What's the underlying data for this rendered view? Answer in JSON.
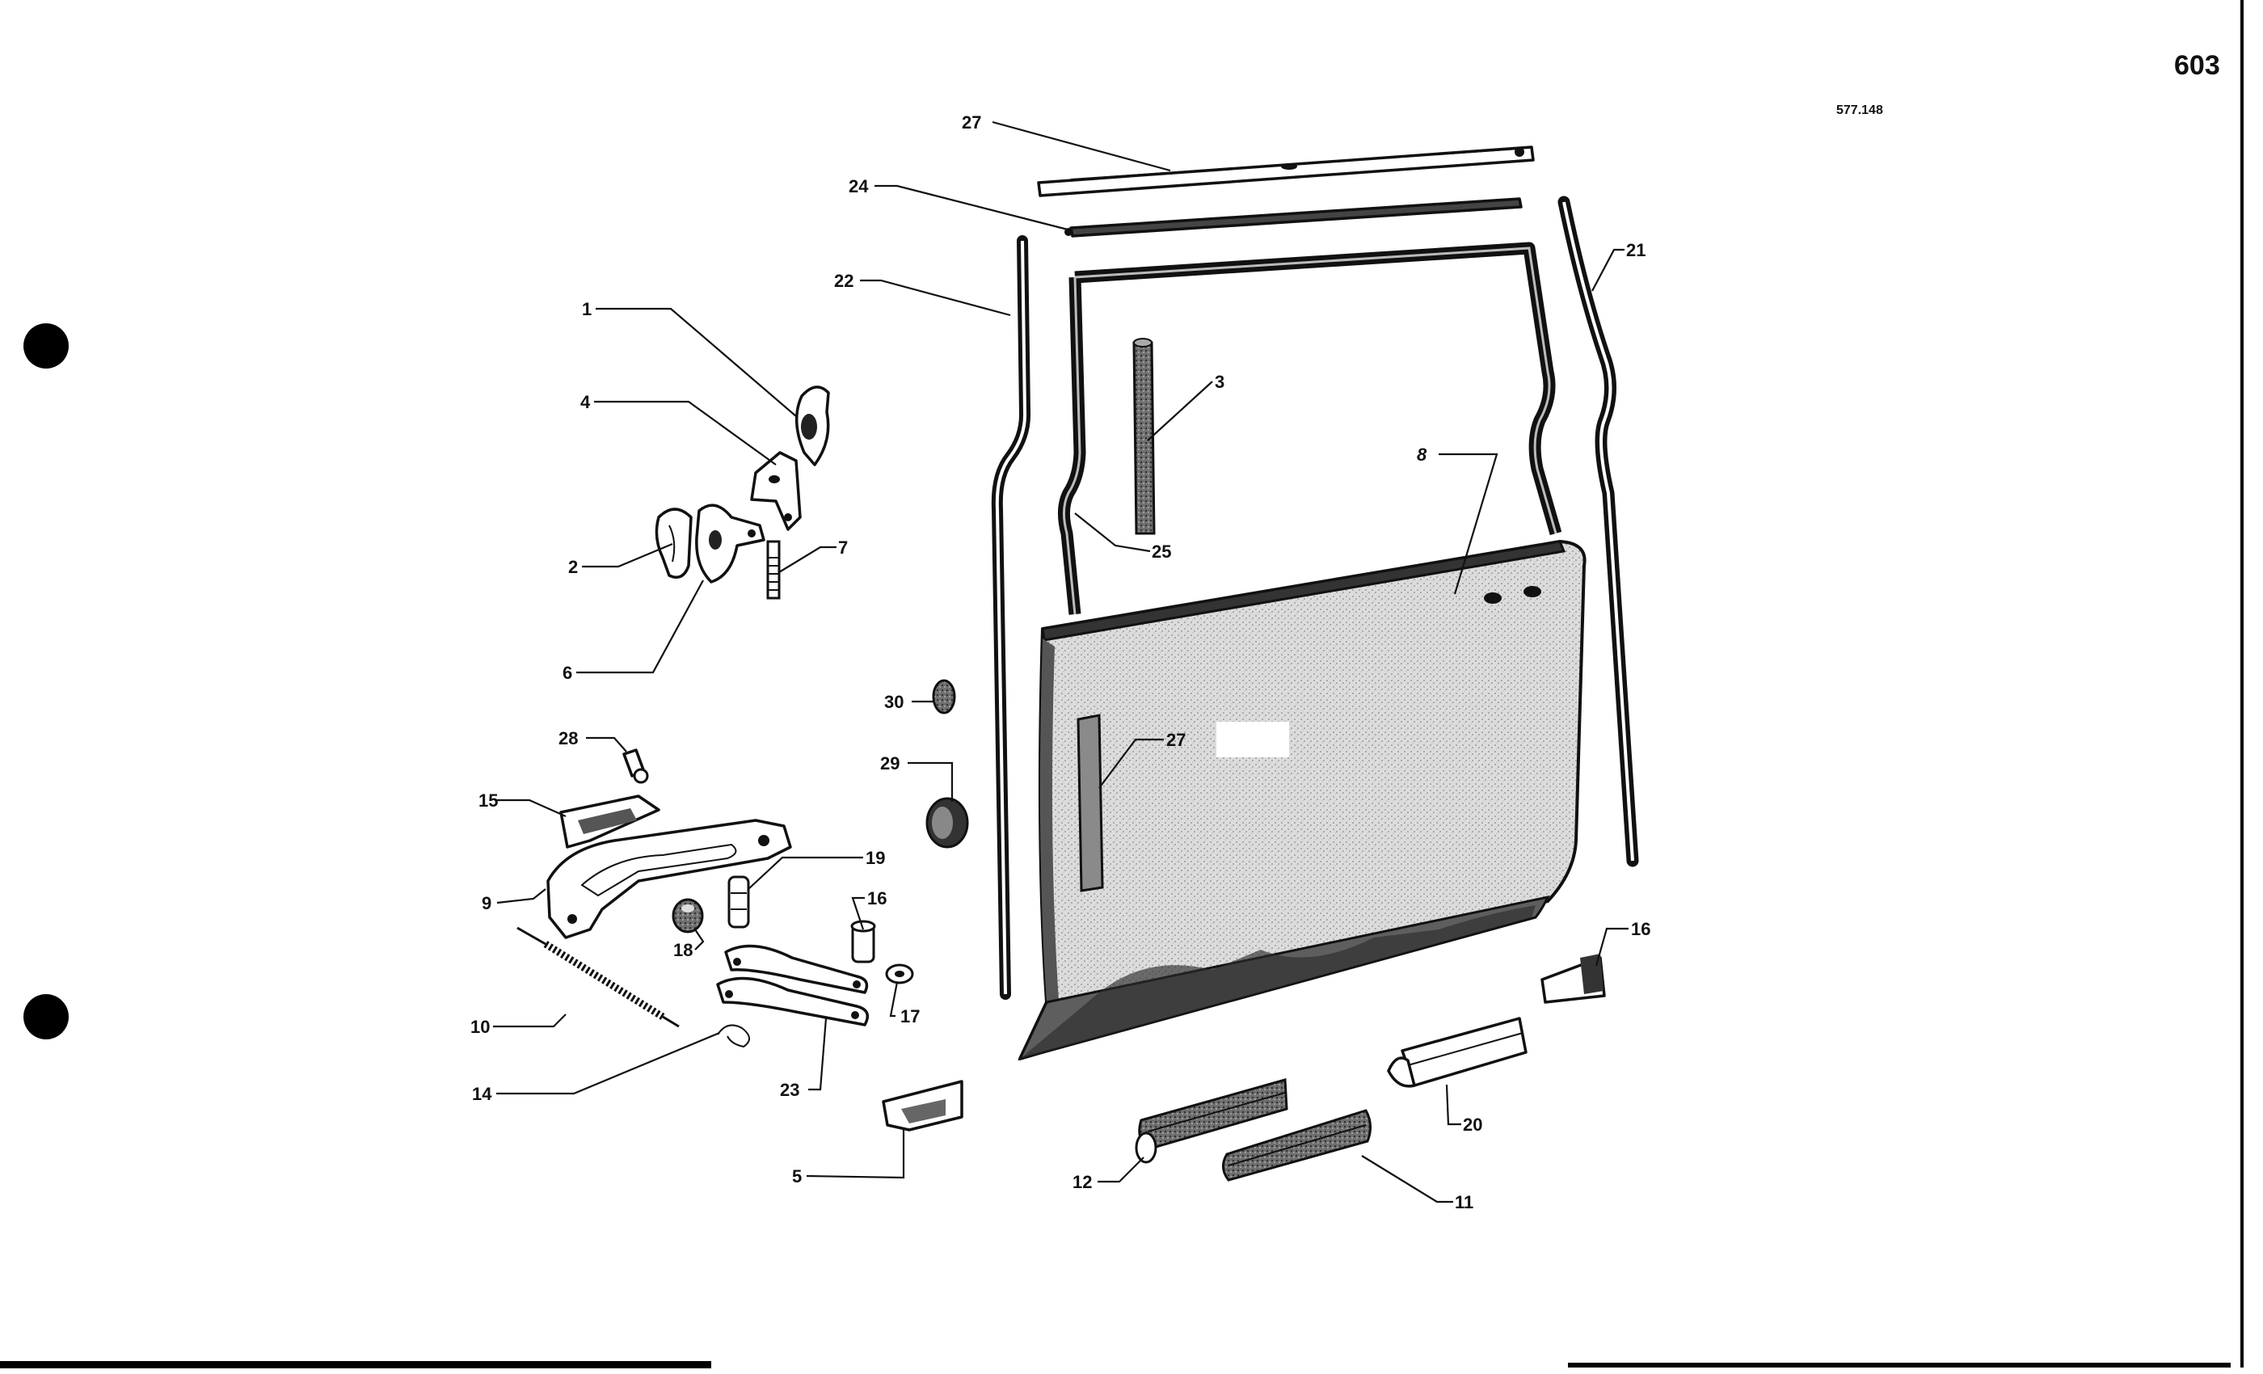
{
  "page": {
    "number": "603",
    "drawing_ref": "577.148"
  },
  "callouts": [
    {
      "id": "c27a",
      "text": "27"
    },
    {
      "id": "c24",
      "text": "24"
    },
    {
      "id": "c22",
      "text": "22"
    },
    {
      "id": "c21",
      "text": "21"
    },
    {
      "id": "c1",
      "text": "1"
    },
    {
      "id": "c4",
      "text": "4"
    },
    {
      "id": "c3",
      "text": "3"
    },
    {
      "id": "c8",
      "text": "8"
    },
    {
      "id": "c2",
      "text": "2"
    },
    {
      "id": "c7",
      "text": "7"
    },
    {
      "id": "c25",
      "text": "25"
    },
    {
      "id": "c6",
      "text": "6"
    },
    {
      "id": "c30",
      "text": "30"
    },
    {
      "id": "c28",
      "text": "28"
    },
    {
      "id": "c27b",
      "text": "27"
    },
    {
      "id": "c29",
      "text": "29"
    },
    {
      "id": "c15",
      "text": "15"
    },
    {
      "id": "c19",
      "text": "19"
    },
    {
      "id": "c9",
      "text": "9"
    },
    {
      "id": "c16a",
      "text": "16"
    },
    {
      "id": "c16b",
      "text": "16"
    },
    {
      "id": "c18",
      "text": "18"
    },
    {
      "id": "c17",
      "text": "17"
    },
    {
      "id": "c10",
      "text": "10"
    },
    {
      "id": "c14",
      "text": "14"
    },
    {
      "id": "c23",
      "text": "23"
    },
    {
      "id": "c20",
      "text": "20"
    },
    {
      "id": "c5",
      "text": "5"
    },
    {
      "id": "c12",
      "text": "12"
    },
    {
      "id": "c11",
      "text": "11"
    }
  ],
  "colors": {
    "ink": "#111111",
    "panel_fill": "#d9d9d9",
    "paper": "#ffffff"
  }
}
